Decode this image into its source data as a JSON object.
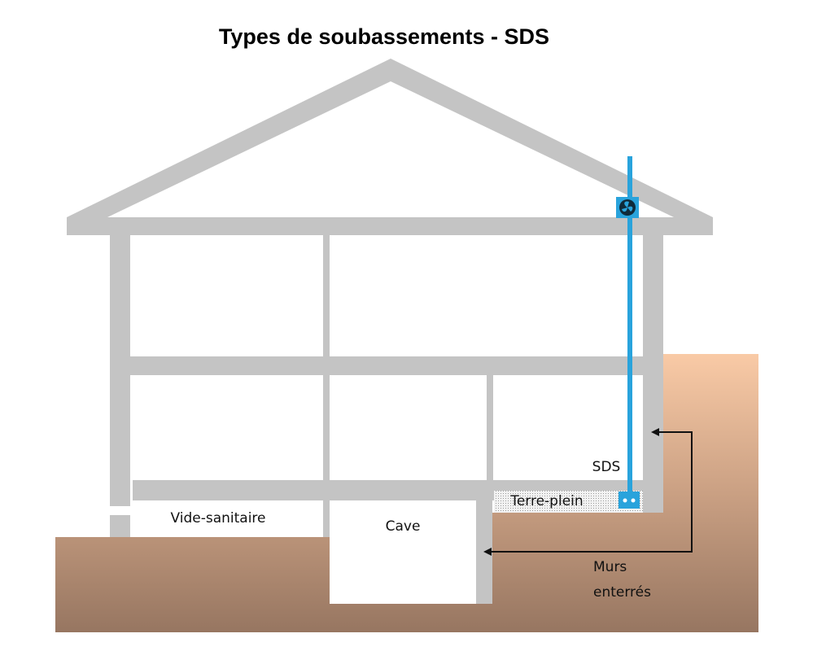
{
  "title": "Types de soubassements - SDS",
  "labels": {
    "vide_sanitaire": "Vide-sanitaire",
    "cave": "Cave",
    "terre_plein": "Terre-plein",
    "sds": "SDS",
    "murs_enterres_line1": "Murs",
    "murs_enterres_line2": "enterrés"
  },
  "colors": {
    "structure": "#c4c4c4",
    "pipe": "#29a3dc",
    "soil_top": "#f9caa6",
    "soil_bottom": "#977661"
  },
  "icons": [
    "fan-icon",
    "suction-box-icon"
  ]
}
